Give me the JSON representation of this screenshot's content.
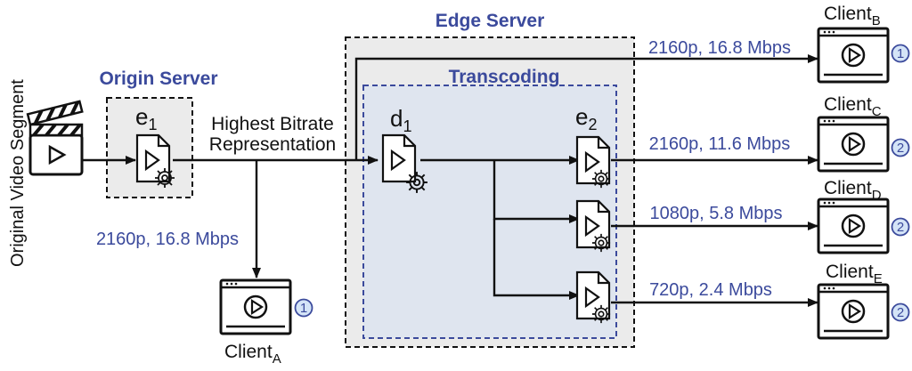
{
  "source": {
    "label": "Original Video Segment"
  },
  "origin_server": {
    "title": "Origin Server",
    "node": "e",
    "node_sub": "1"
  },
  "edge_server": {
    "title": "Edge Server",
    "transcoding_title": "Transcoding",
    "decoder": {
      "node": "d",
      "node_sub": "1"
    },
    "encoder": {
      "node": "e",
      "node_sub": "2"
    }
  },
  "link_label": {
    "line1": "Highest Bitrate",
    "line2": "Representation"
  },
  "client_a": {
    "name": "Client",
    "sub": "A",
    "stream": "2160p, 16.8 Mbps",
    "badge": "1"
  },
  "client_b": {
    "name": "Client",
    "sub": "B",
    "stream": "2160p, 16.8 Mbps",
    "badge": "1"
  },
  "client_c": {
    "name": "Client",
    "sub": "C",
    "stream": "2160p, 11.6 Mbps",
    "badge": "2"
  },
  "client_d": {
    "name": "Client",
    "sub": "D",
    "stream": "1080p, 5.8 Mbps",
    "badge": "2"
  },
  "client_e": {
    "name": "Client",
    "sub": "E",
    "stream": "720p, 2.4 Mbps",
    "badge": "2"
  },
  "colors": {
    "accent_blue": "#3b4a9c",
    "box_gray": "#ebebeb",
    "transcode_fill": "#dfe5ef",
    "badge_fill": "#d4e4f7"
  }
}
